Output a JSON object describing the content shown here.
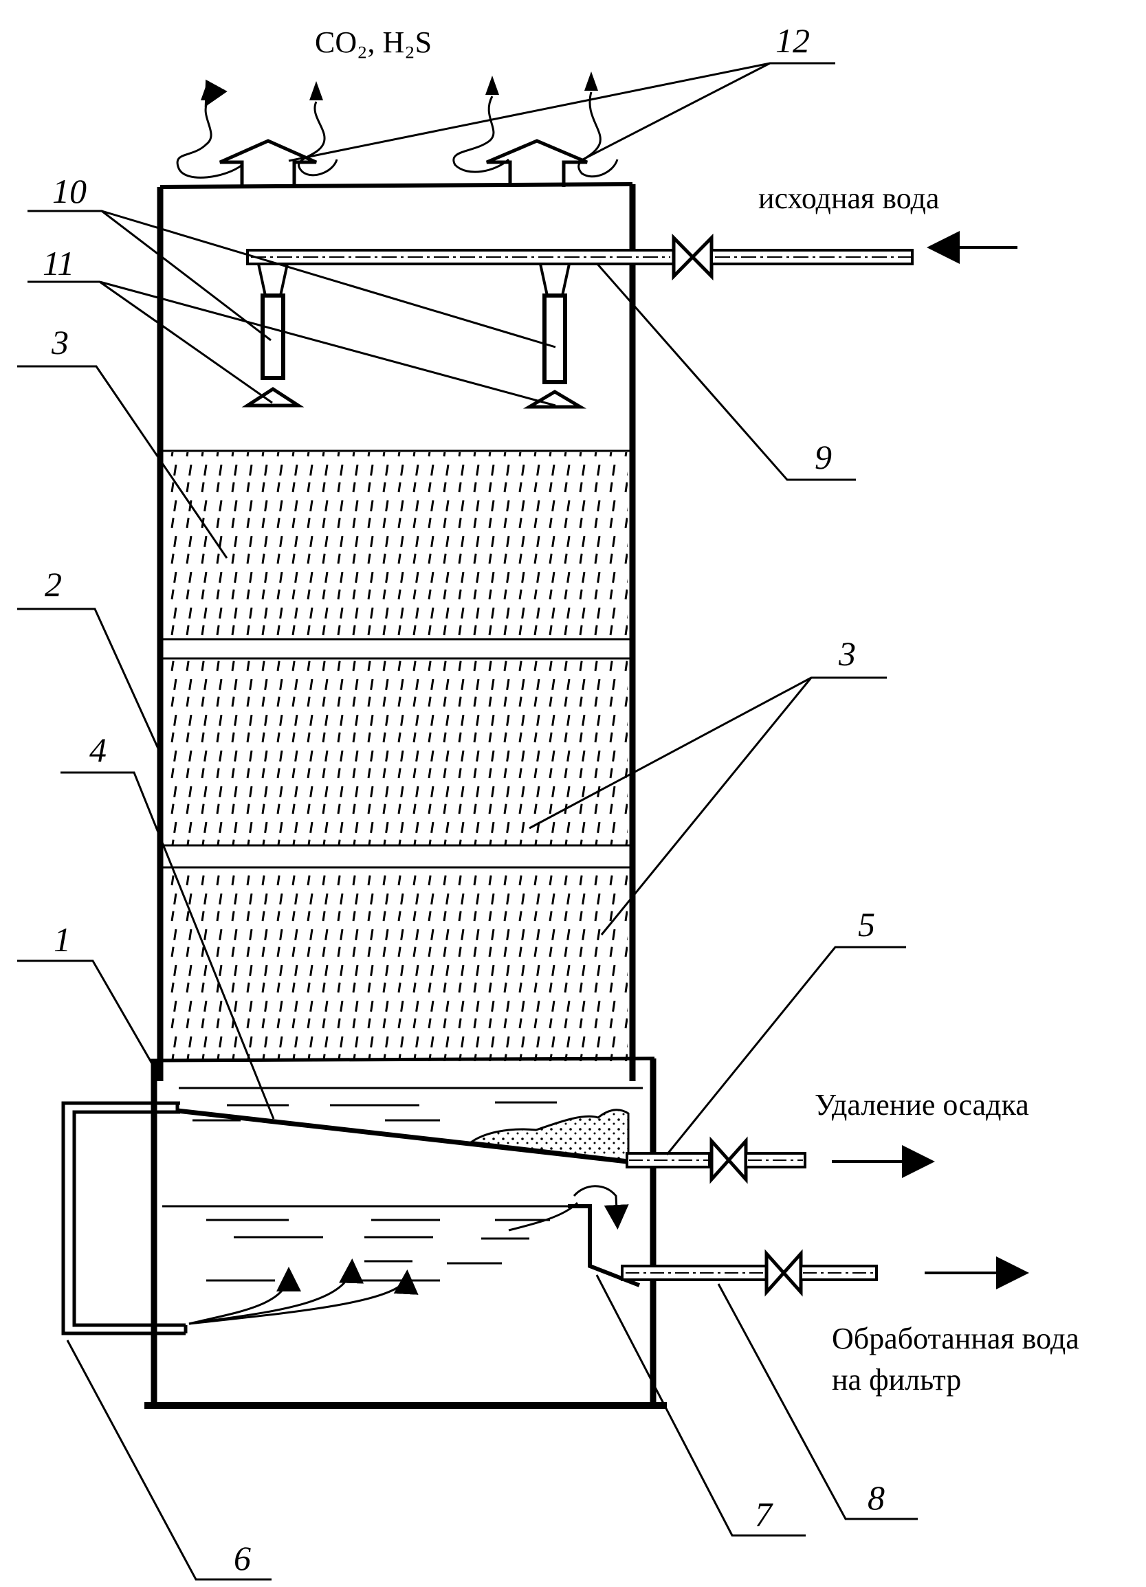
{
  "labels": {
    "gases": "CO₂, H₂S",
    "inlet_water": "исходная вода",
    "sludge_removal": "Удаление осадка",
    "treated_water_line1": "Обработанная вода",
    "treated_water_line2": "на фильтр"
  },
  "callouts": {
    "n1": "1",
    "n2": "2",
    "n3a": "3",
    "n3b": "3",
    "n4": "4",
    "n5": "5",
    "n6": "6",
    "n7": "7",
    "n8": "8",
    "n9": "9",
    "n10": "10",
    "n11": "11",
    "n12": "12"
  }
}
